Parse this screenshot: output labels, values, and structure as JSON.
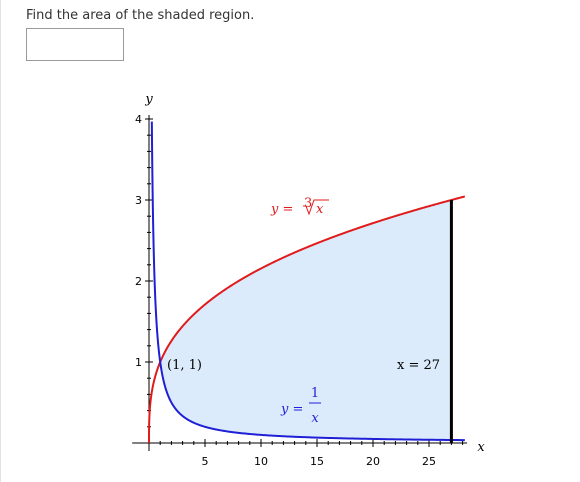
{
  "question": {
    "text": "Find the area of the shaded region."
  },
  "answer": {
    "value": "",
    "placeholder": ""
  },
  "chart_data": {
    "type": "area",
    "xlabel": "x",
    "ylabel": "y",
    "xlim": [
      -1,
      29
    ],
    "ylim": [
      0,
      4
    ],
    "x_ticks": [
      5,
      10,
      15,
      20,
      25
    ],
    "y_ticks": [
      1,
      2,
      3,
      4
    ],
    "grid": false,
    "series": [
      {
        "label_y": "y =",
        "label_root_index": "3",
        "label_radicand": "x",
        "formula": "cbrt(x)",
        "color": "#e11b1b"
      },
      {
        "label_y": "y =",
        "label_num": "1",
        "label_den": "x",
        "formula": "1/x",
        "color": "#1f1fd6"
      }
    ],
    "shaded_region": {
      "x_from": 1,
      "x_to": 27,
      "upper": "cbrt(x)",
      "lower": "1/x",
      "fill": "#dcebfb"
    },
    "bound_line": {
      "x": 27,
      "label": "x = 27",
      "color": "#000000"
    },
    "intersection": {
      "x": 1,
      "y": 1,
      "label": "(1, 1)"
    }
  }
}
